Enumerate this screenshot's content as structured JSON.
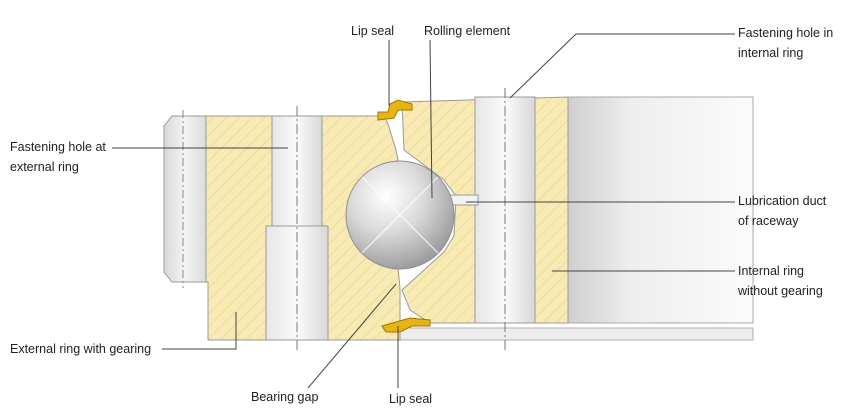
{
  "labels": {
    "lip_seal_top": "Lip seal",
    "rolling_element": "Rolling element",
    "fastening_hole_internal_l1": "Fastening hole in",
    "fastening_hole_internal_l2": "internal ring",
    "fastening_hole_external_l1": "Fastening hole at",
    "fastening_hole_external_l2": "external ring",
    "lubrication_duct_l1": "Lubrication duct",
    "lubrication_duct_l2": "of raceway",
    "internal_ring_l1": "Internal ring",
    "internal_ring_l2": "without gearing",
    "external_ring": "External ring with gearing",
    "bearing_gap": "Bearing gap",
    "lip_seal_bottom": "Lip seal"
  },
  "colors": {
    "ring_fill": "#f7eab3",
    "hatch": "#e3cf86",
    "outline": "#9a9a9a",
    "seal": "#e8b50f",
    "ball": "#d4d4d4",
    "leader": "#444444",
    "grey_ring": "#e4e4e4"
  }
}
